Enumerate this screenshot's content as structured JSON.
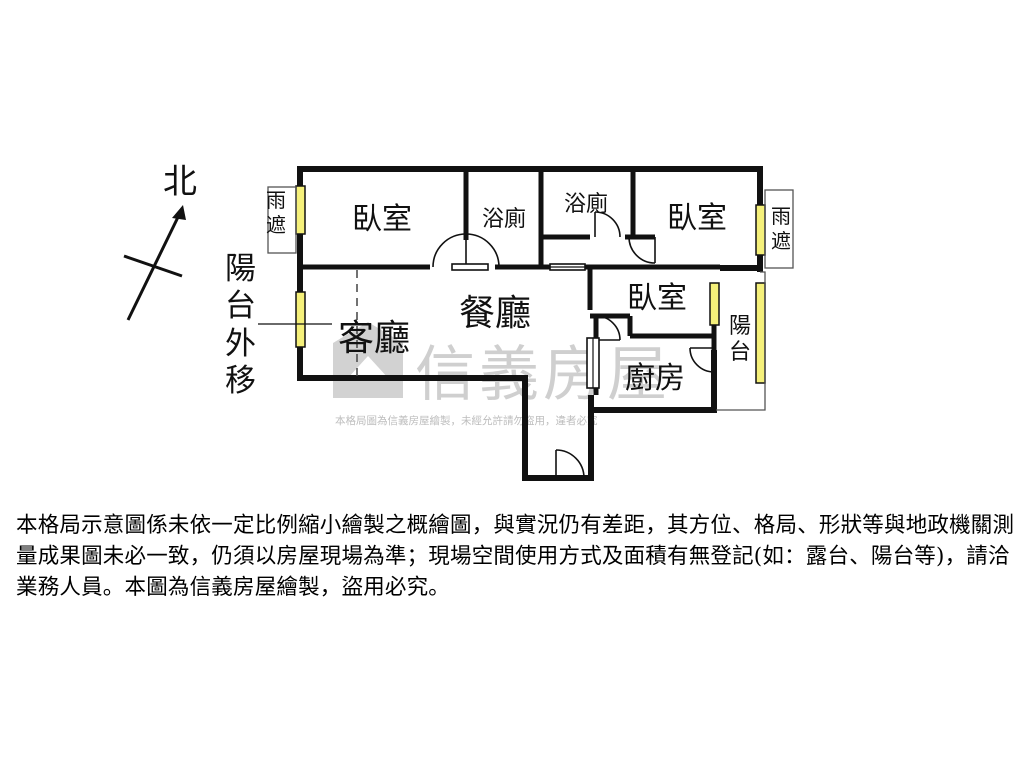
{
  "north_label": "北",
  "rooms": {
    "bedroom_left": "臥室",
    "bath_left": "浴廁",
    "bath_right": "浴廁",
    "bedroom_right": "臥室",
    "dining": "餐廳",
    "living": "客廳",
    "bedroom_small": "臥室",
    "kitchen": "廚房"
  },
  "labels": {
    "rain_shade_left": [
      "雨",
      "遮"
    ],
    "rain_shade_right": [
      "雨",
      "遮"
    ],
    "balcony_moved": [
      "陽",
      "台",
      "外",
      "移"
    ],
    "balcony_right": [
      "陽",
      "台"
    ]
  },
  "watermark": {
    "brand": "信義房屋",
    "notice": "本格局圖為信義房屋繪製，未經允許請勿盜用，違者必究"
  },
  "disclaimer": "本格局示意圖係未依一定比例縮小繪製之概繪圖，與實況仍有差距，其方位、格局、形狀等與地政機關測量成果圖未必一致，仍須以房屋現場為準；現場空間使用方式及面積有無登記(如：露台、陽台等)，請洽業務人員。本圖為信義房屋繪製，盜用必究。",
  "colors": {
    "wall": "#111111",
    "window_fill": "#f5f07a",
    "watermark": "#c8c8c8"
  }
}
